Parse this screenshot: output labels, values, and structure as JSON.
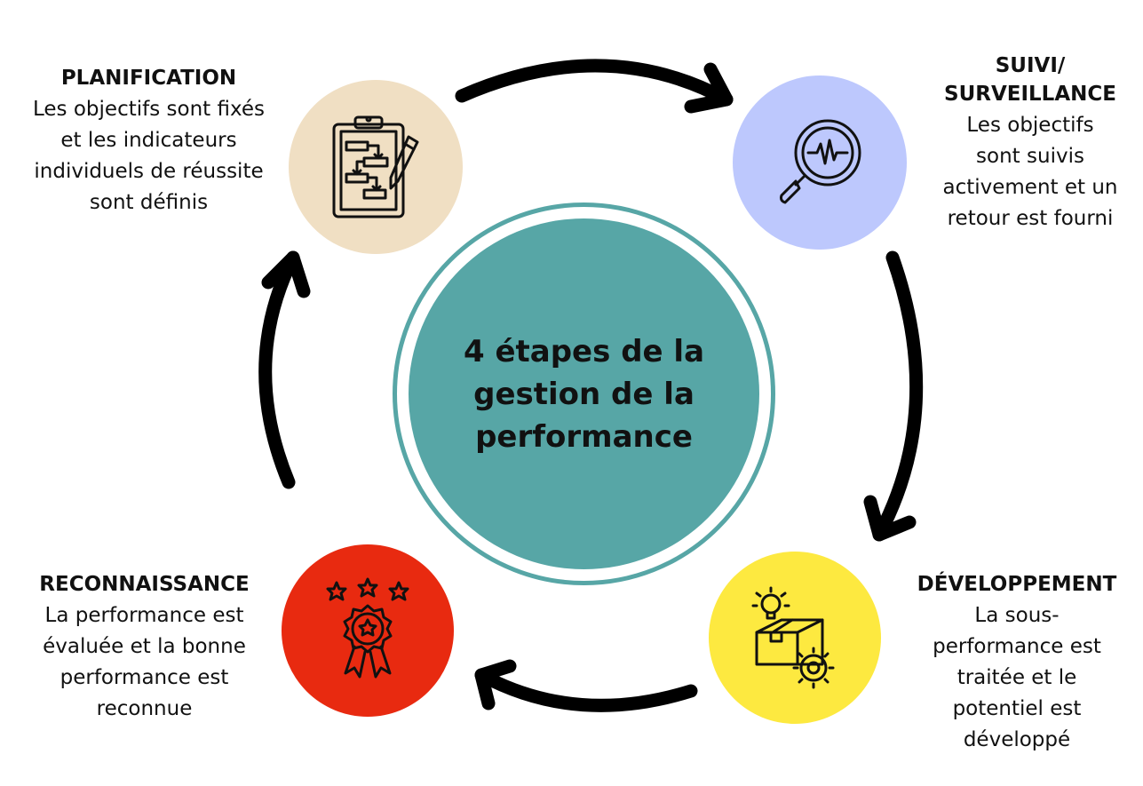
{
  "center": {
    "title": "4 étapes de la gestion de la performance"
  },
  "stages": {
    "planning": {
      "title": "PLANIFICATION",
      "description": "Les objectifs sont fixés et les indicateurs individuels de réussite sont définis",
      "color": "#f0dfc3",
      "icon": "clipboard-flowchart-icon"
    },
    "monitoring": {
      "title_line1": "SUIVI/",
      "title_line2": "SURVEILLANCE",
      "description": "Les objectifs sont suivis activement et un retour est fourni",
      "color": "#bdc8fd",
      "icon": "magnifier-pulse-icon"
    },
    "development": {
      "title": "DÉVELOPPEMENT",
      "description": "La sous-performance est traitée et le potentiel est développé",
      "color": "#fde940",
      "icon": "lightbulb-box-gear-icon"
    },
    "recognition": {
      "title": "RECONNAISSANCE",
      "description": "La performance est évaluée et la bonne performance est reconnue",
      "color": "#e82a10",
      "icon": "award-badge-icon"
    }
  },
  "accent_color": "#57a6a6",
  "arrow_color": "#000000"
}
